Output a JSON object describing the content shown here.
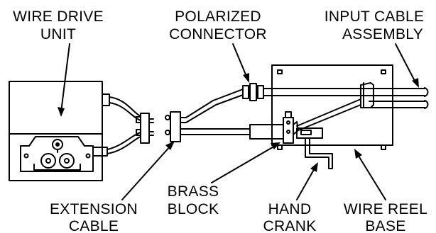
{
  "labels": {
    "wire_drive_unit": [
      "WIRE DRIVE",
      "UNIT"
    ],
    "polarized_connector": [
      "POLARIZED",
      "CONNECTOR"
    ],
    "input_cable_assembly": [
      "INPUT CABLE",
      "ASSEMBLY"
    ],
    "brass_block": [
      "BRASS",
      "BLOCK"
    ],
    "extension_cable": [
      "EXTENSION",
      "CABLE"
    ],
    "hand_crank": [
      "HAND",
      "CRANK"
    ],
    "wire_reel_base": [
      "WIRE REEL",
      "BASE"
    ]
  },
  "colors": {
    "line": "#000000",
    "background": "#ffffff"
  }
}
